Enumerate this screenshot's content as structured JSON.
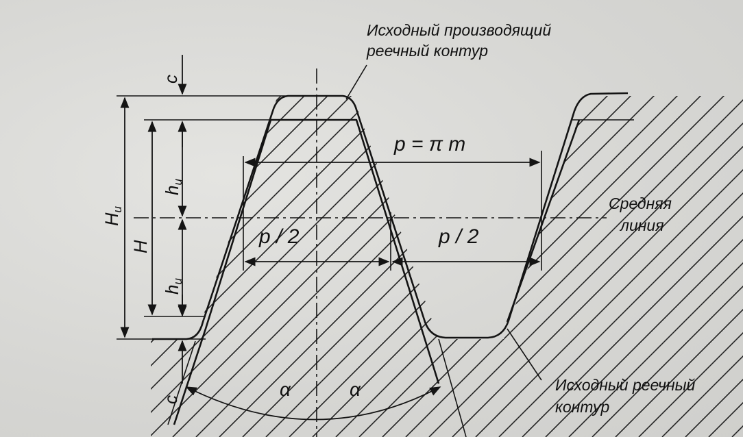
{
  "labels": {
    "generating_contour_line1": "Исходный производящий",
    "generating_contour_line2": "реечный контур",
    "base_contour_line1": "Исходный реечный",
    "base_contour_line2": "контур",
    "mean_line_line1": "Средняя",
    "mean_line_line2": "линия",
    "pitch": "p = π m",
    "half_pitch_left": "p / 2",
    "half_pitch_right": "p / 2",
    "clearance_top": "c",
    "clearance_bottom": "c",
    "addendum_top": "h",
    "addendum_bottom": "h",
    "addendum_subscript": "u",
    "total_height": "H",
    "total_height_u": "H",
    "total_height_u_subscript": "u",
    "angle_left": "α",
    "angle_right": "α"
  },
  "colors": {
    "ink": "#141414",
    "paper": "#d9d9d6"
  }
}
